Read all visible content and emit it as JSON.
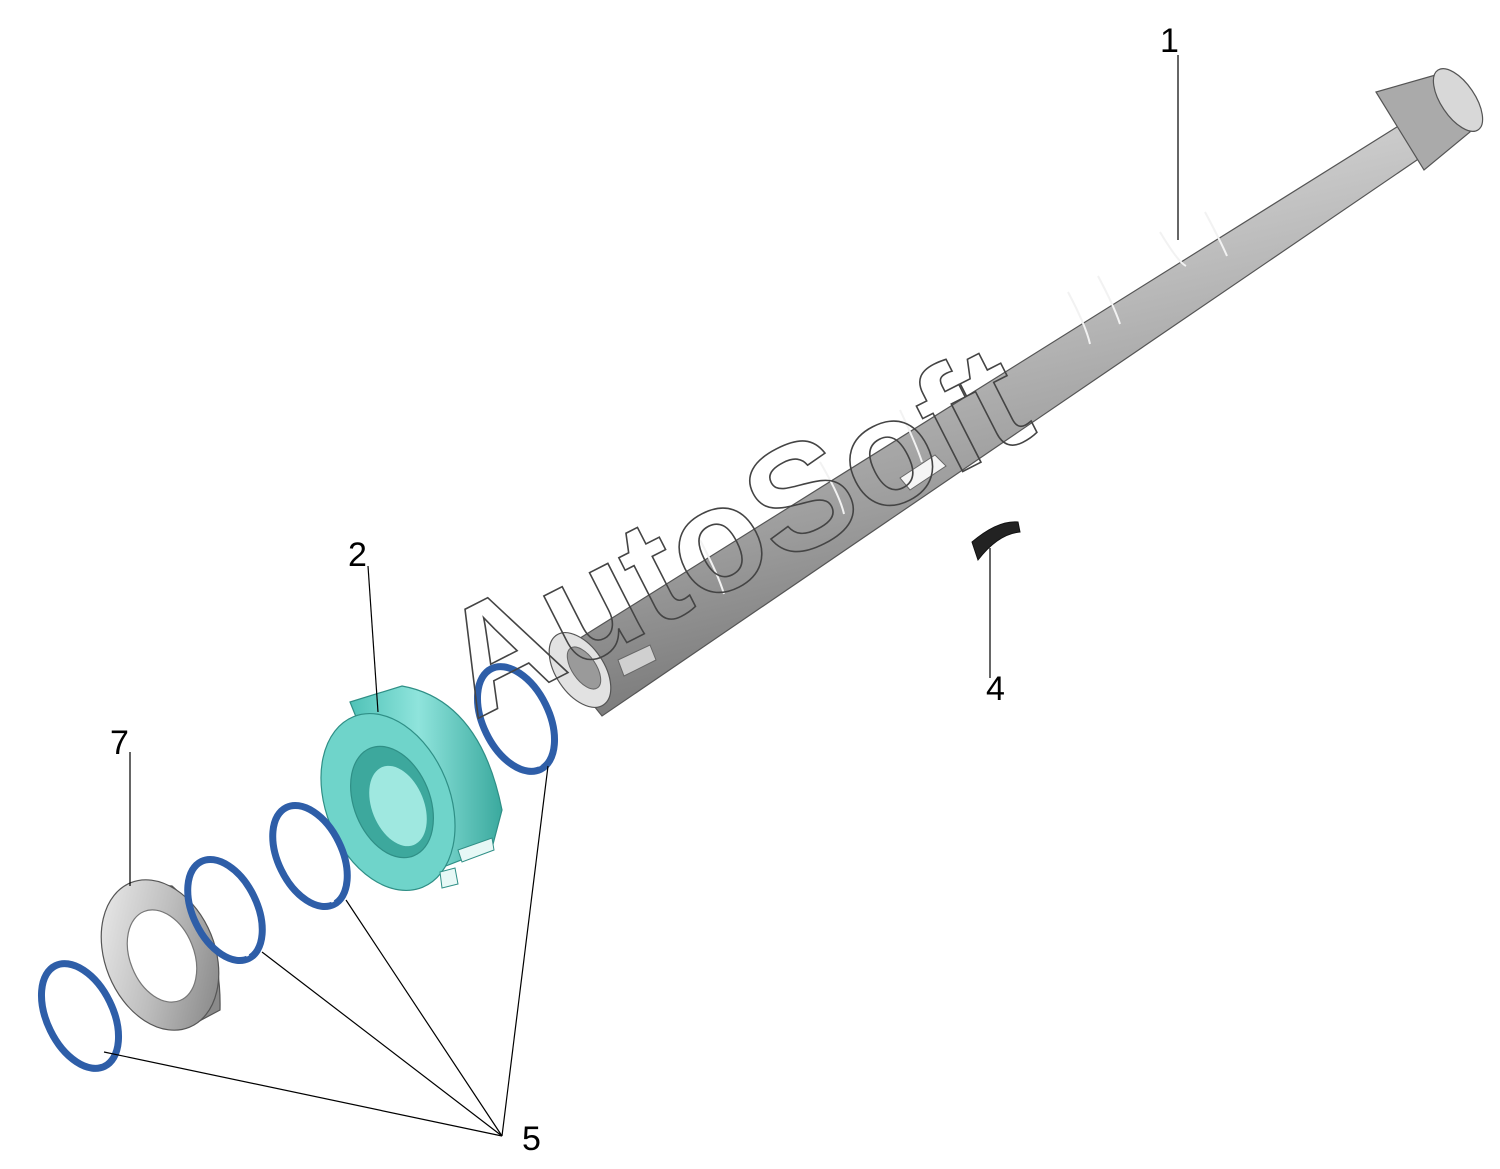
{
  "watermark": "AutoSoft",
  "callouts": {
    "shaft": "1",
    "sleeve": "2",
    "key": "4",
    "snap_rings": "5",
    "washer": "7"
  },
  "colors": {
    "shaft": "#b4b4b4",
    "sleeve": "#5fcfc4",
    "rings": "#2e5ea8",
    "washer": "#c8c8c8",
    "leader": "#000000"
  }
}
